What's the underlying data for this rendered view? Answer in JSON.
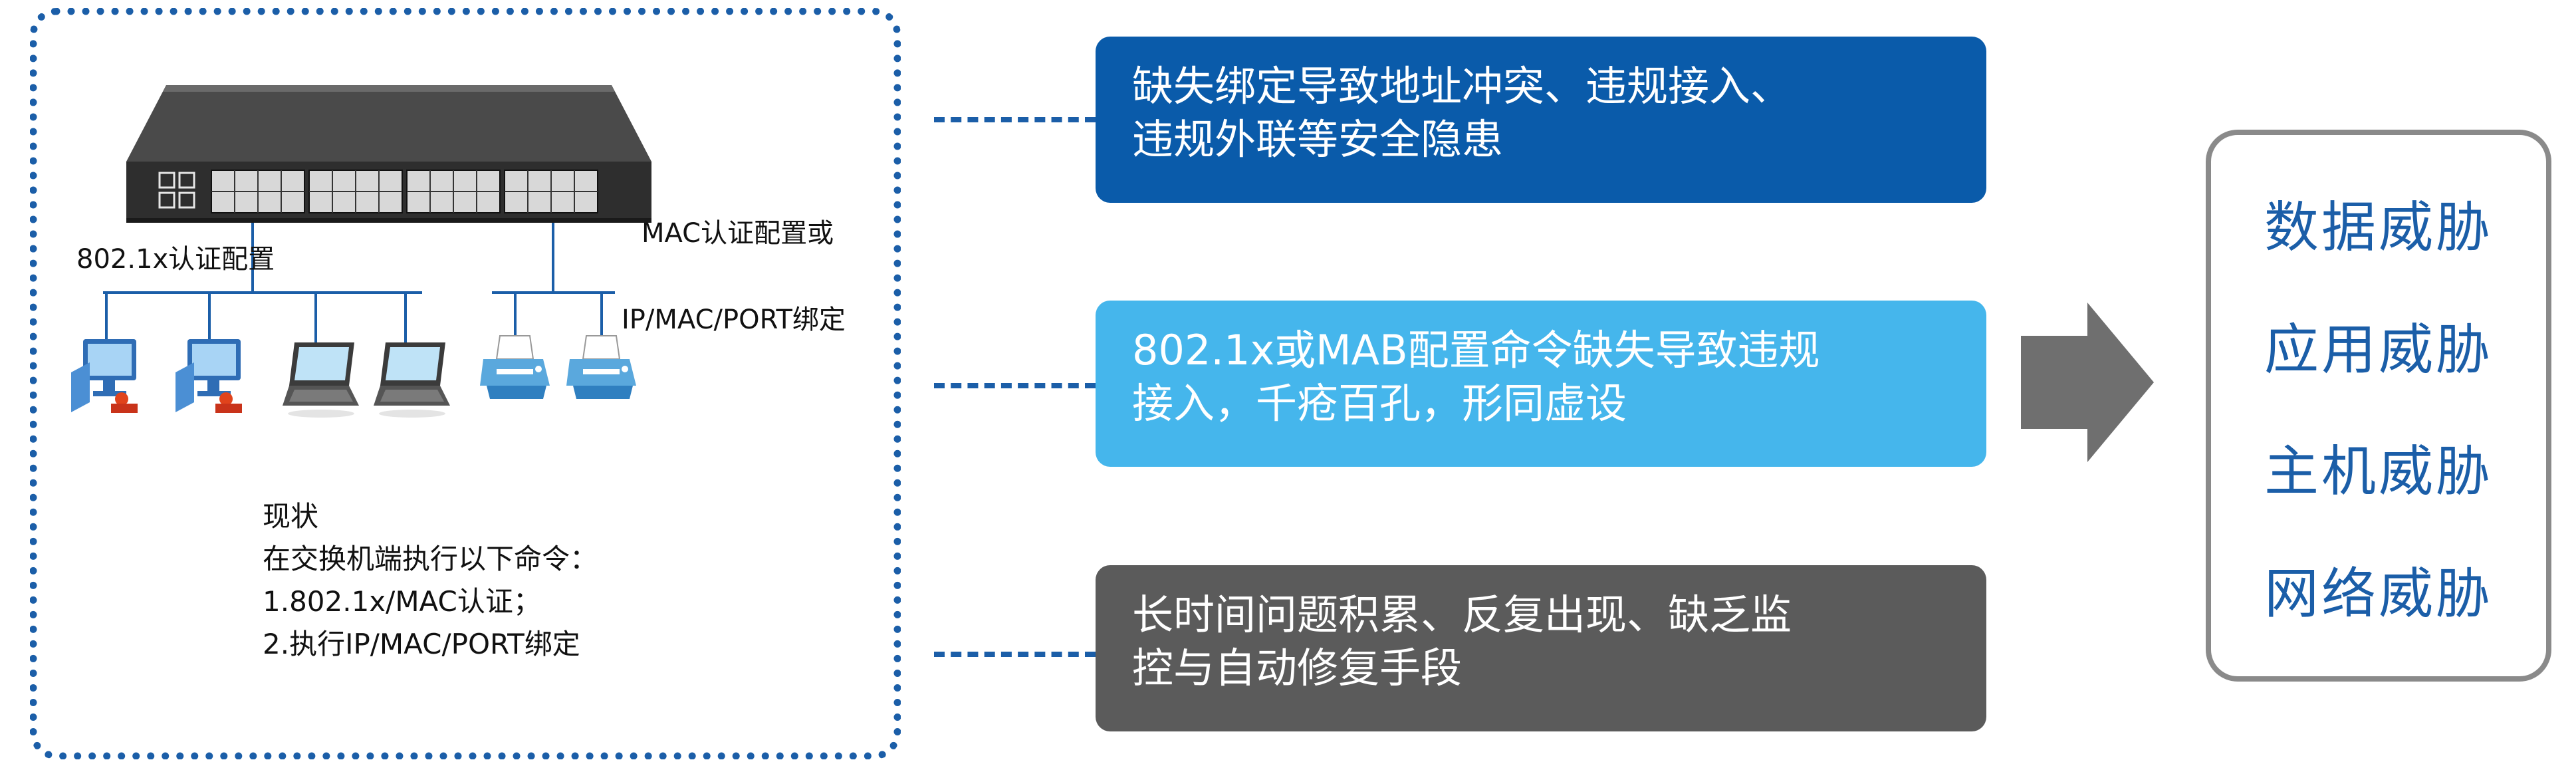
{
  "diagram": {
    "left": {
      "label_8021x": "802.1x认证配置",
      "label_mac_line1": "MAC认证配置或",
      "label_mac_line2": "IP/MAC/PORT绑定",
      "status_lines": [
        "现状",
        "在交换机端执行以下命令：",
        "1.802.1x/MAC认证；",
        "2.执行IP/MAC/PORT绑定"
      ]
    },
    "issues": [
      {
        "lines": [
          "缺失绑定导致地址冲突、违规接入、",
          "违规外联等安全隐患"
        ],
        "color": "#0a5baa"
      },
      {
        "lines": [
          "802.1x或MAB配置命令缺失导致违规",
          "接入，千疮百孔，形同虚设"
        ],
        "color": "#45b6ec"
      },
      {
        "lines": [
          "长时间问题积累、反复出现、缺乏监",
          "控与自动修复手段"
        ],
        "color": "#5b5b5b"
      }
    ],
    "threats": [
      "数据威胁",
      "应用威胁",
      "主机威胁",
      "网络威胁"
    ],
    "colors": {
      "accent": "#1b5ea8",
      "arrow": "#6f6f6f",
      "border": "#8a8a8a"
    }
  }
}
